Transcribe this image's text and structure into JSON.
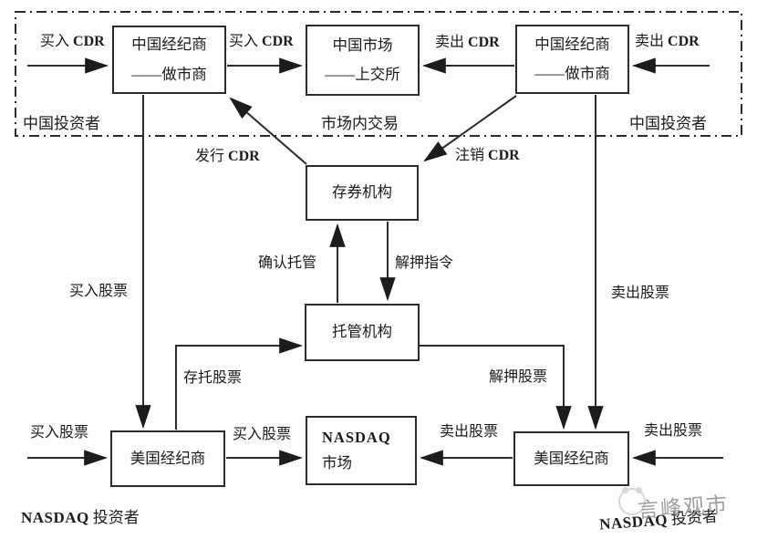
{
  "diagram": {
    "title_hint": "CDR cross-border trading flow diagram",
    "boxes": {
      "cn_broker_left": {
        "line1": "中国经纪商",
        "line2": "——做市商"
      },
      "cn_market": {
        "line1": "中国市场",
        "line2": "——上交所"
      },
      "cn_broker_right": {
        "line1": "中国经纪商",
        "line2": "——做市商"
      },
      "depository": {
        "label": "存券机构"
      },
      "custodian": {
        "label": "托管机构"
      },
      "us_broker_left": {
        "label": "美国经纪商"
      },
      "nasdaq": {
        "line1": "NASDAQ",
        "line2": "市场"
      },
      "us_broker_right": {
        "label": "美国经纪商"
      }
    },
    "flow_labels": {
      "buy_cdr_left": {
        "zh": "买入",
        "en": "CDR"
      },
      "buy_cdr_mid": {
        "zh": "买入",
        "en": "CDR"
      },
      "sell_cdr_mid": {
        "zh": "卖出",
        "en": "CDR"
      },
      "sell_cdr_right": {
        "zh": "卖出",
        "en": "CDR"
      },
      "issue_cdr": {
        "zh": "发行",
        "en": "CDR"
      },
      "cancel_cdr": {
        "zh": "注销",
        "en": "CDR"
      },
      "confirm_custody": "确认托管",
      "release_order": "解押指令",
      "buy_stock_upper": "买入股票",
      "sell_stock_upper": "卖出股票",
      "deposit_stock": "存托股票",
      "release_stock": "解押股票",
      "buy_stock_left": "买入股票",
      "buy_stock_mid": "买入股票",
      "sell_stock_mid": "卖出股票",
      "sell_stock_right": "卖出股票"
    },
    "zone_labels": {
      "cn_investor_left": "中国投资者",
      "market_trading": "市场内交易",
      "cn_investor_right": "中国投资者",
      "nasdaq_investor_left": {
        "en": "NASDAQ",
        "zh": "投资者"
      },
      "nasdaq_investor_right": {
        "en": "NASDAQ",
        "zh": "投资者"
      }
    },
    "watermark": {
      "text": "言峰观市"
    },
    "colors": {
      "line": "#2b2b2b",
      "arrow_fill": "#1c1c1c",
      "text": "#1c1c1c",
      "watermark": "#909090",
      "background": "#fdfdfd"
    }
  }
}
